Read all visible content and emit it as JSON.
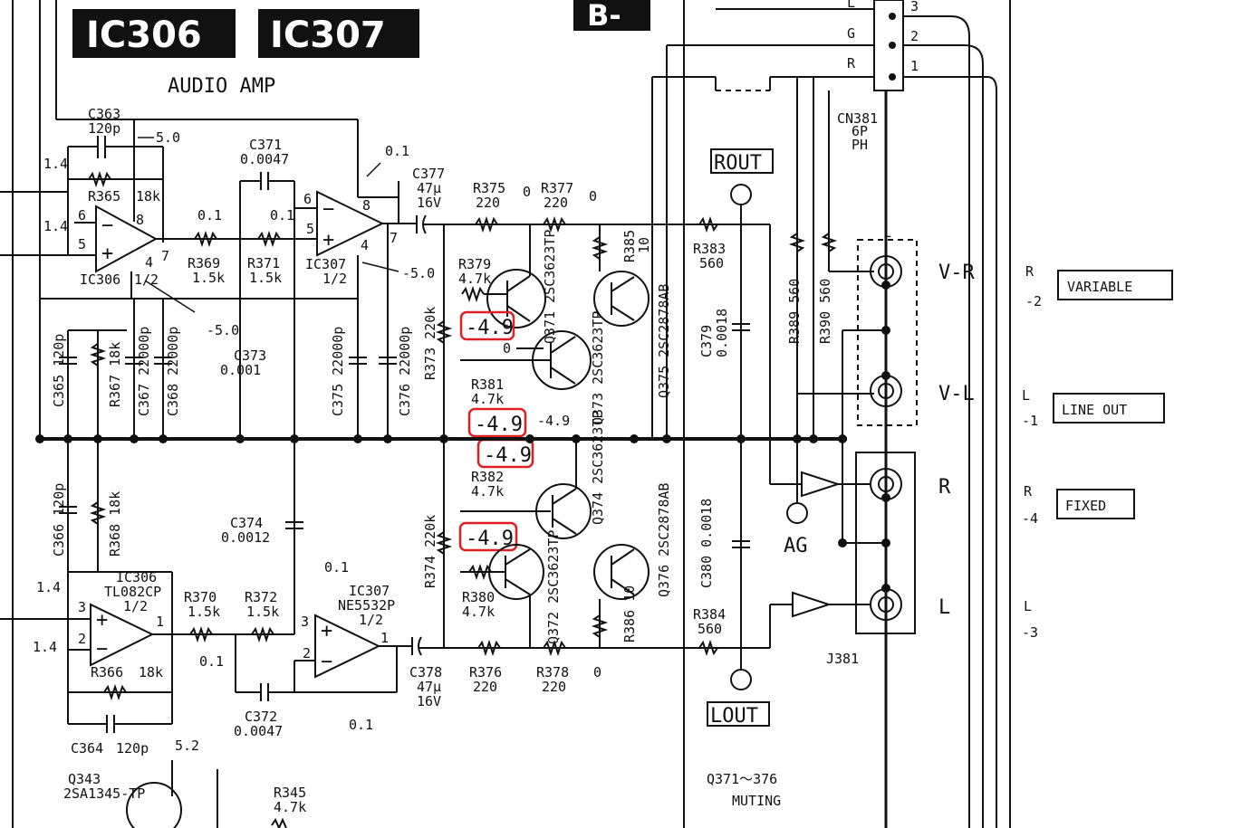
{
  "header": {
    "ic_a": "IC306",
    "ic_b": "IC307",
    "section": "B-",
    "subtitle": "AUDIO AMP"
  },
  "connector": {
    "pins": [
      {
        "signal": "L",
        "num": "3"
      },
      {
        "signal": "G",
        "num": "2"
      },
      {
        "signal": "R",
        "num": "1"
      }
    ],
    "ref": "CN381",
    "spec1": "6P",
    "spec2": "PH"
  },
  "opamps": {
    "ic306_top": {
      "ref": "IC306",
      "unit": "1/2",
      "pin6": "6",
      "pin5": "5",
      "pin8": "8",
      "pin4": "4",
      "pin7": "7"
    },
    "ic307_top": {
      "ref": "IC307",
      "unit": "1/2",
      "pin6": "6",
      "pin5": "5",
      "pin8": "8",
      "pin4": "4",
      "pin7": "7"
    },
    "ic306_bot": {
      "ref": "IC306",
      "part": "TL082CP",
      "unit": "1/2",
      "pin3": "3",
      "pin2": "2",
      "pin1": "1"
    },
    "ic307_bot": {
      "ref": "IC307",
      "part": "NE5532P",
      "unit": "1/2",
      "pin3": "3",
      "pin2": "2",
      "pin1": "1"
    }
  },
  "components": {
    "c363": "C363",
    "c363_val": "120p",
    "r365": "R365",
    "r365_val": "18k",
    "c371": "C371",
    "c371_val": "0.0047",
    "r369": "R369",
    "r369_val": "1.5k",
    "r371": "R371",
    "r371_val": "1.5k",
    "c377": "C377",
    "c377_val1": "47μ",
    "c377_val2": "16V",
    "r375": "R375",
    "r375_val": "220",
    "r377": "R377",
    "r377_val": "220",
    "r379": "R379",
    "r379_val": "4.7k",
    "r385": "R385",
    "r385_val": "10",
    "r383": "R383",
    "r383_val": "560",
    "c379": "C379",
    "c379_val": "0.0018",
    "r389": "R389 560",
    "r390": "R390 560",
    "c365": "C365 120p",
    "r367": "R367 18k",
    "c367": "C367 22000p",
    "c368": "C368 22000p",
    "c373": "C373",
    "c373_val": "0.001",
    "c375": "C375 22000p",
    "c376": "C376 22000p",
    "r373": "R373 220k",
    "r381": "R381",
    "r381_val": "4.7k",
    "q371": "Q371 2SC3623TP",
    "q373": "Q373 2SC3623TP",
    "q375": "Q375 2SC2878AB",
    "c366": "C366 120p",
    "r368": "R368 18k",
    "c374": "C374",
    "c374_val": "0.0012",
    "r374": "R374 220k",
    "r382": "R382",
    "r382_val": "4.7k",
    "q374": "Q374 2SC3623TP",
    "q376": "Q376 2SC2878AB",
    "c380": "C380 0.0018",
    "r370": "R370",
    "r370_val": "1.5k",
    "r372": "R372",
    "r372_val": "1.5k",
    "r380": "R380",
    "r380_val": "4.7k",
    "q372": "Q372 2SC3623TP",
    "r386": "R386 10",
    "r384": "R384",
    "r384_val": "560",
    "r366": "R366",
    "r366_val": "18k",
    "c372": "C372",
    "c372_val": "0.0047",
    "c378": "C378",
    "c378_val1": "47μ",
    "c378_val2": "16V",
    "r376": "R376",
    "r376_val": "220",
    "r378": "R378",
    "r378_val": "220",
    "c364": "C364",
    "c364_val": "120p",
    "q343": "Q343",
    "q343_part": "2SA1345-TP",
    "r345": "R345",
    "r345_val": "4.7k",
    "j381": "J381"
  },
  "voltages": {
    "v_5_0_top": "5.0",
    "v_1_4_a": "1.4",
    "v_1_4_b": "1.4",
    "v_0_1_a": "0.1",
    "v_0_1_b": "0.1",
    "v_0_1_c": "0.1",
    "v_neg5_0_a": "-5.0",
    "v_neg5_0_b": "-5.0",
    "v_0_a": "0",
    "v_0_b": "0",
    "v_0_c": "0",
    "v_neg4_9_plain": "-4.9",
    "v_1_4_c": "1.4",
    "v_1_4_d": "1.4",
    "v_0_1_d": "0.1",
    "v_0_1_e": "0.1",
    "v_0_1_f": "0.1",
    "v_0_d": "0",
    "v_5_2": "5.2"
  },
  "highlighted_voltages": [
    "-4.9",
    "-4.9",
    "-4.9",
    "-4.9"
  ],
  "test_points": {
    "rout": "ROUT",
    "lout": "LOUT",
    "ag": "AG"
  },
  "jacks": {
    "vr": "V-R",
    "vl": "V-L",
    "r": "R",
    "l": "L"
  },
  "outputs": {
    "variable": {
      "label": "VARIABLE",
      "ch": "R",
      "num": "-2"
    },
    "line_out": {
      "label": "LINE OUT",
      "ch": "L",
      "num": "-1"
    },
    "fixed": {
      "label": "FIXED",
      "ch": "R",
      "num": "-4"
    },
    "l3": {
      "ch": "L",
      "num": "-3"
    }
  },
  "muting": {
    "range": "Q371～376",
    "label": "MUTING"
  },
  "colors": {
    "ink": "#111111",
    "highlight": "#e02020",
    "paper": "#ffffff"
  }
}
